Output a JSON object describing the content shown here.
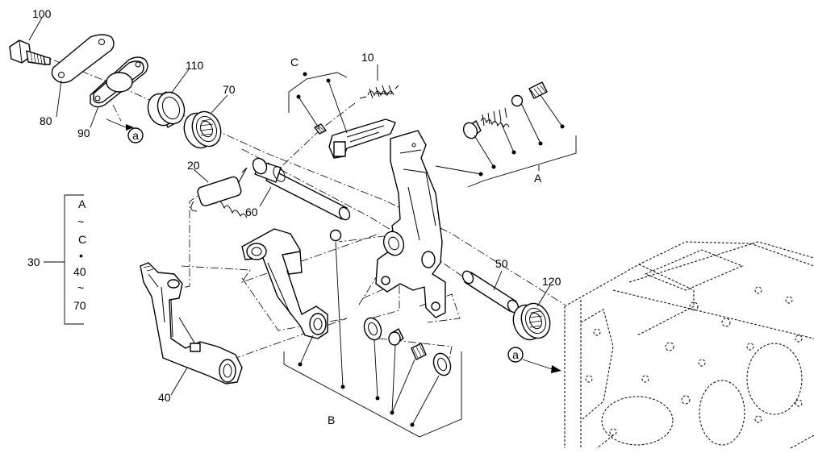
{
  "callouts": {
    "c100": "100",
    "c80": "80",
    "c90": "90",
    "c110": "110",
    "c70": "70",
    "c20": "20",
    "c60": "60",
    "c10": "10",
    "c50": "50",
    "c120": "120",
    "c40": "40",
    "c30": "30"
  },
  "groups": {
    "group_a": "A",
    "group_b": "B",
    "group_c": "C"
  },
  "references": {
    "ref_a_top": "a",
    "ref_a_bottom": "a"
  },
  "range_note": {
    "line1": "A",
    "tilde1": "~",
    "line2": "C",
    "bullet": "•",
    "line3": "40",
    "tilde2": "~",
    "line4": "70"
  }
}
